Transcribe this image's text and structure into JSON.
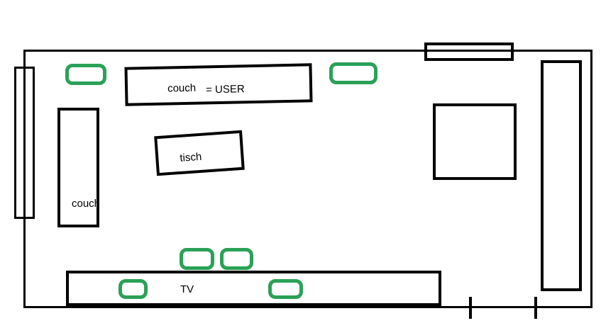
{
  "canvas": {
    "background": "#ffffff"
  },
  "colors": {
    "outline": "#000000",
    "marker_green": "#2ba157"
  },
  "labels": {
    "couch_top": "couch",
    "user_eq": "= USER",
    "couch_left": "couch",
    "tisch": "tisch",
    "tv": "TV"
  }
}
